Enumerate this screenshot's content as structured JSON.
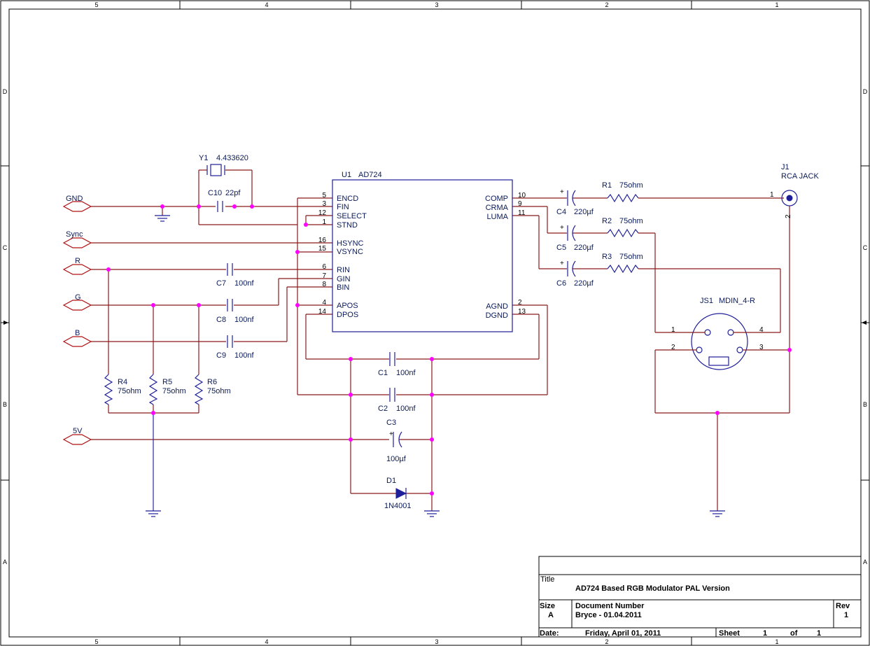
{
  "border": {
    "top_zones": [
      "5",
      "4",
      "3",
      "2",
      "1"
    ],
    "bottom_zones": [
      "5",
      "4",
      "3",
      "2",
      "1"
    ],
    "left_zones": [
      "D",
      "C",
      "B",
      "A"
    ],
    "right_zones": [
      "D",
      "C",
      "B",
      "A"
    ]
  },
  "ports": {
    "gnd": "GND",
    "sync": "Sync",
    "r": "R",
    "g": "G",
    "b": "B",
    "v5": "5V"
  },
  "u1": {
    "ref": "U1",
    "value": "AD724",
    "left_pins": [
      {
        "num": "5",
        "name": "ENCD"
      },
      {
        "num": "3",
        "name": "FIN"
      },
      {
        "num": "12",
        "name": "SELECT"
      },
      {
        "num": "1",
        "name": "STND"
      },
      {
        "num": "16",
        "name": "HSYNC"
      },
      {
        "num": "15",
        "name": "VSYNC"
      },
      {
        "num": "6",
        "name": "RIN"
      },
      {
        "num": "7",
        "name": "GIN"
      },
      {
        "num": "8",
        "name": "BIN"
      },
      {
        "num": "4",
        "name": "APOS"
      },
      {
        "num": "14",
        "name": "DPOS"
      }
    ],
    "right_pins": [
      {
        "num": "10",
        "name": "COMP"
      },
      {
        "num": "9",
        "name": "CRMA"
      },
      {
        "num": "11",
        "name": "LUMA"
      },
      {
        "num": "2",
        "name": "AGND"
      },
      {
        "num": "13",
        "name": "DGND"
      }
    ]
  },
  "parts": {
    "y1": {
      "ref": "Y1",
      "value": "4.433620"
    },
    "c10": {
      "ref": "C10",
      "value": "22pf"
    },
    "c7": {
      "ref": "C7",
      "value": "100nf"
    },
    "c8": {
      "ref": "C8",
      "value": "100nf"
    },
    "c9": {
      "ref": "C9",
      "value": "100nf"
    },
    "c1": {
      "ref": "C1",
      "value": "100nf"
    },
    "c2": {
      "ref": "C2",
      "value": "100nf"
    },
    "c3": {
      "ref": "C3",
      "value": "100µf"
    },
    "c4": {
      "ref": "C4",
      "value": "220µf"
    },
    "c5": {
      "ref": "C5",
      "value": "220µf"
    },
    "c6": {
      "ref": "C6",
      "value": "220µf"
    },
    "r1": {
      "ref": "R1",
      "value": "75ohm"
    },
    "r2": {
      "ref": "R2",
      "value": "75ohm"
    },
    "r3": {
      "ref": "R3",
      "value": "75ohm"
    },
    "r4": {
      "ref": "R4",
      "value": "75ohm"
    },
    "r5": {
      "ref": "R5",
      "value": "75ohm"
    },
    "r6": {
      "ref": "R6",
      "value": "75ohm"
    },
    "d1": {
      "ref": "D1",
      "value": "1N4001"
    },
    "j1": {
      "ref": "J1",
      "value": "RCA JACK",
      "pin1": "1",
      "pin2": "2"
    },
    "js1": {
      "ref": "JS1",
      "value": "MDIN_4-R",
      "pins": [
        "1",
        "4",
        "2",
        "3"
      ]
    },
    "plus": "+"
  },
  "title_block": {
    "title_label": "Title",
    "title": "AD724 Based RGB Modulator PAL Version",
    "size_label": "Size",
    "size": "A",
    "docnum_label": "Document Number",
    "docnum": "Bryce - 01.04.2011",
    "rev_label": "Rev",
    "rev": "1",
    "date_label": "Date:",
    "date": "Friday, April 01, 2011",
    "sheet_label": "Sheet",
    "sheet": "1",
    "of_label": "of",
    "of": "1"
  }
}
